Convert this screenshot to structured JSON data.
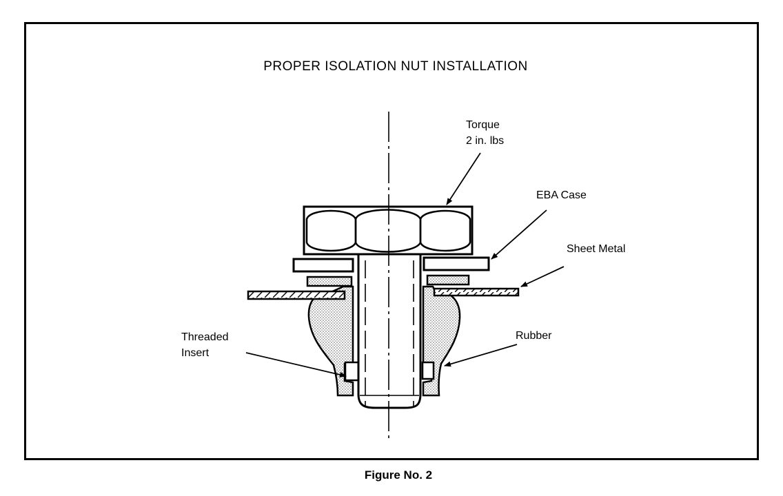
{
  "title": "PROPER ISOLATION NUT INSTALLATION",
  "caption": "Figure No. 2",
  "labels": {
    "torque_line1": "Torque",
    "torque_line2": "2 in. lbs",
    "eba_case": "EBA Case",
    "sheet_metal": "Sheet Metal",
    "threaded_line1": "Threaded",
    "threaded_line2": "Insert",
    "rubber": "Rubber"
  }
}
